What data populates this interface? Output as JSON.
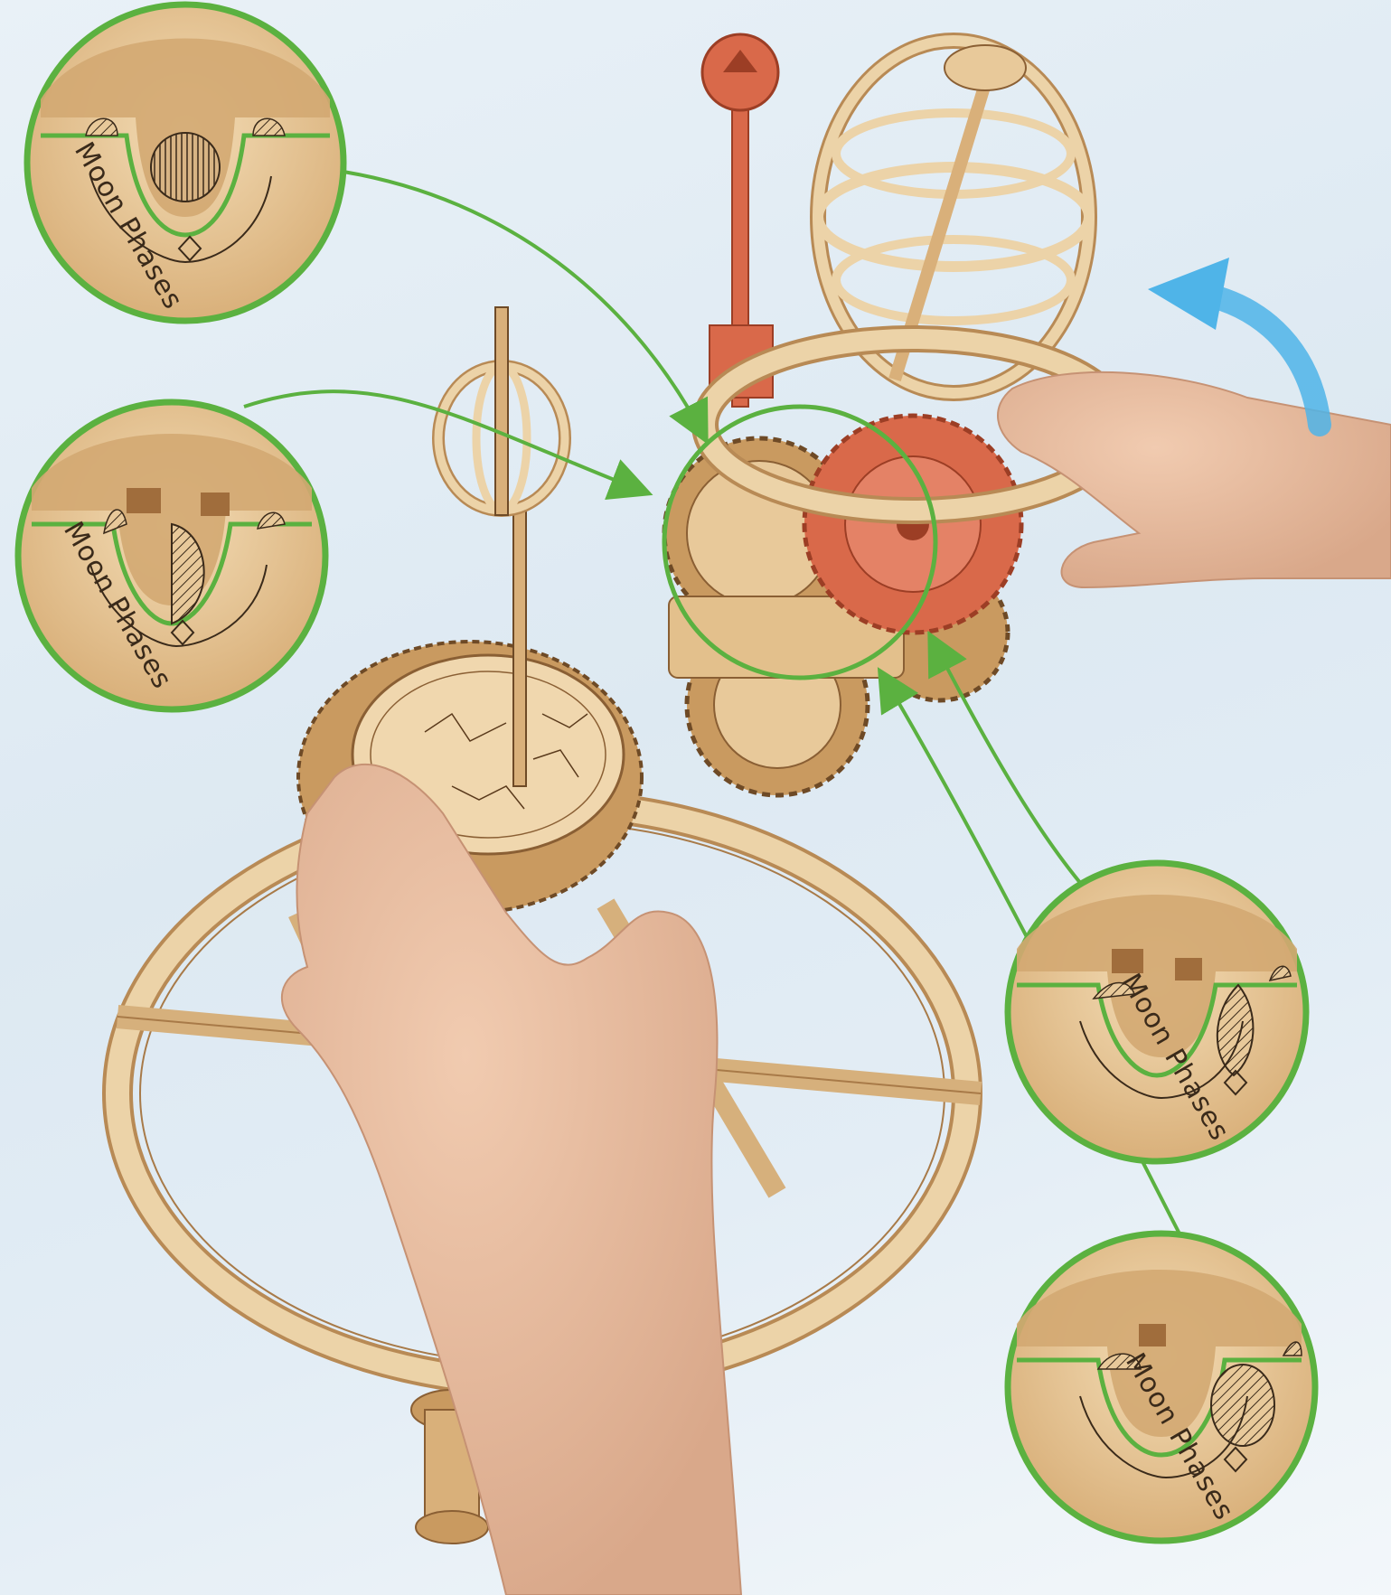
{
  "insets": [
    {
      "label": "Moon Phases",
      "phase": "new-moon"
    },
    {
      "label": "Moon Phases",
      "phase": "first-quarter"
    },
    {
      "label": "Moon Phases",
      "phase": "waxing-crescent"
    },
    {
      "label": "Moon Phases",
      "phase": "full-moon"
    }
  ],
  "colors": {
    "callout_green": "#5bb140",
    "wood": "#e8c99a",
    "wood_dark": "#b88a55",
    "red_part": "#d9694a",
    "arrow_blue": "#4fb4e8",
    "background": "#e4edf4"
  },
  "icons": [
    "rotation-arrow-icon",
    "hand-icon"
  ]
}
